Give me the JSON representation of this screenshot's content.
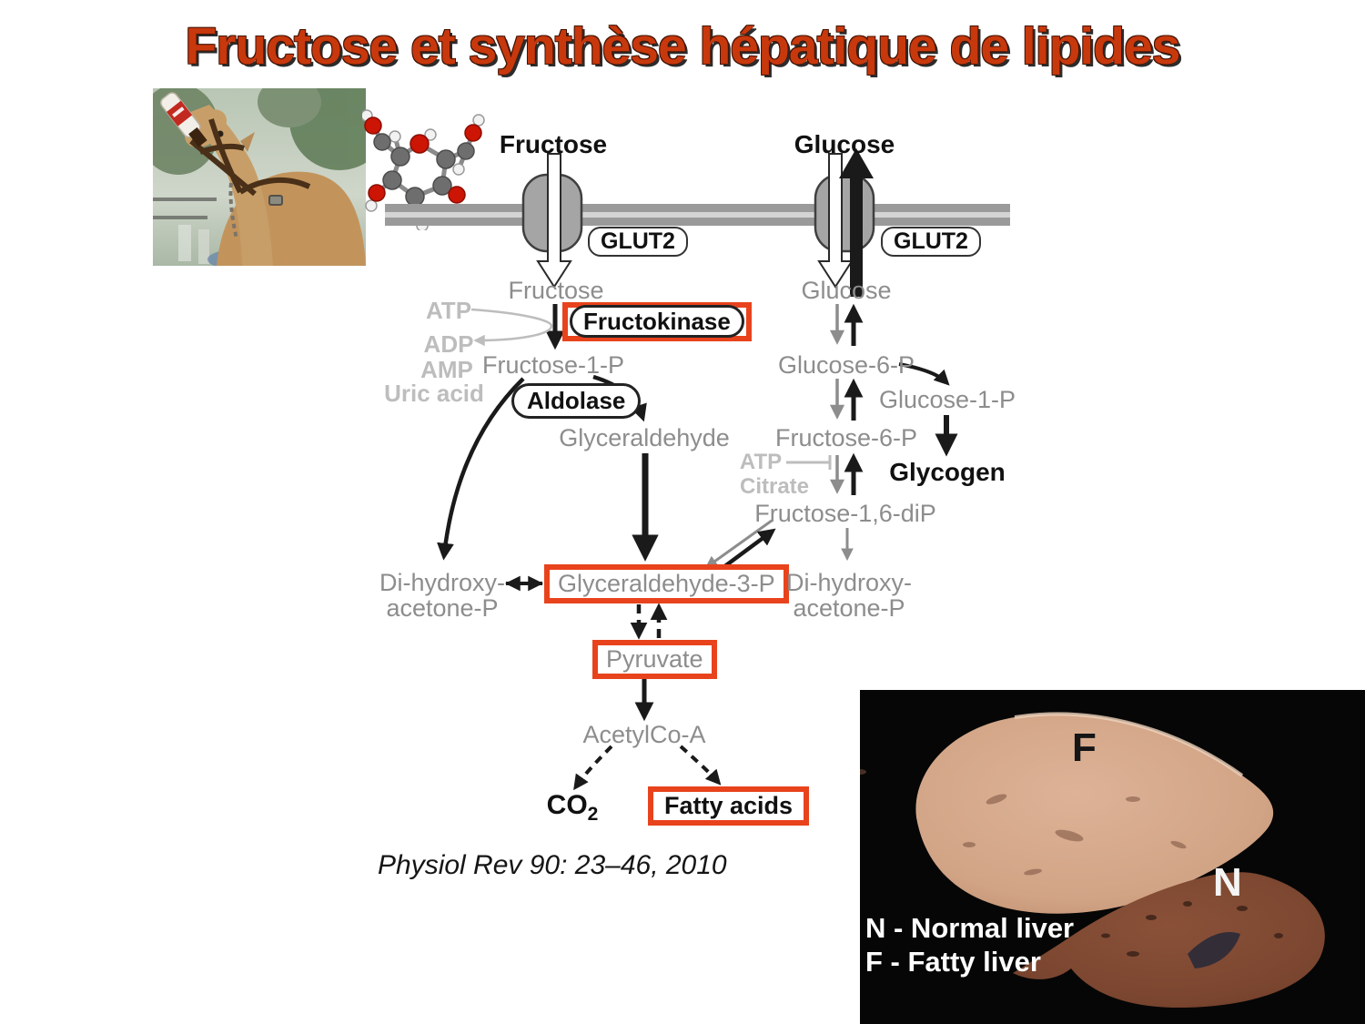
{
  "slide": {
    "title": "Fructose et synthèse hépatique de lipides"
  },
  "citation": "Physiol Rev 90: 23–46, 2010",
  "pathway": {
    "membrane": {
      "fructose_extracellular": "Fructose",
      "glucose_extracellular": "Glucose",
      "transporter_left": "GLUT2",
      "transporter_right": "GLUT2"
    },
    "nodes": {
      "fructose": "Fructose",
      "fructose_1_p": "Fructose-1-P",
      "glyceraldehyde": "Glyceraldehyde",
      "glucose": "Glucose",
      "glucose_6_p": "Glucose-6-P",
      "glucose_1_p": "Glucose-1-P",
      "glycogen": "Glycogen",
      "fructose_6_p": "Fructose-6-P",
      "fructose_16_dip": "Fructose-1,6-diP",
      "dhap_left_line1": "Di-hydroxy-",
      "dhap_left_line2": "acetone-P",
      "glyceraldehyde_3_p": "Glyceraldehyde-3-P",
      "dhap_right_line1": "Di-hydroxy-",
      "dhap_right_line2": "acetone-P",
      "pyruvate": "Pyruvate",
      "acetyl_coa": "AcetylCo-A",
      "co2_base": "CO",
      "co2_sub": "2",
      "fatty_acids": "Fatty acids"
    },
    "enzymes": {
      "fructokinase": "Fructokinase",
      "aldolase": "Aldolase"
    },
    "cofactors": {
      "atp": "ATP",
      "adp": "ADP",
      "amp": "AMP",
      "uric_acid": "Uric acid",
      "atp_inhibitor": "ATP",
      "citrate": "Citrate"
    }
  },
  "liver_figure": {
    "label_fatty": "F",
    "label_normal": "N",
    "legend_line1": "N - Normal  liver",
    "legend_line2": "F - Fatty liver"
  },
  "colors": {
    "highlight_box": "#e8431c",
    "title": "#c8380d",
    "node_gray": "#8d8d8d",
    "cofactor_gray": "#bdbdbd",
    "membrane_gray": "#9a9a9a"
  }
}
